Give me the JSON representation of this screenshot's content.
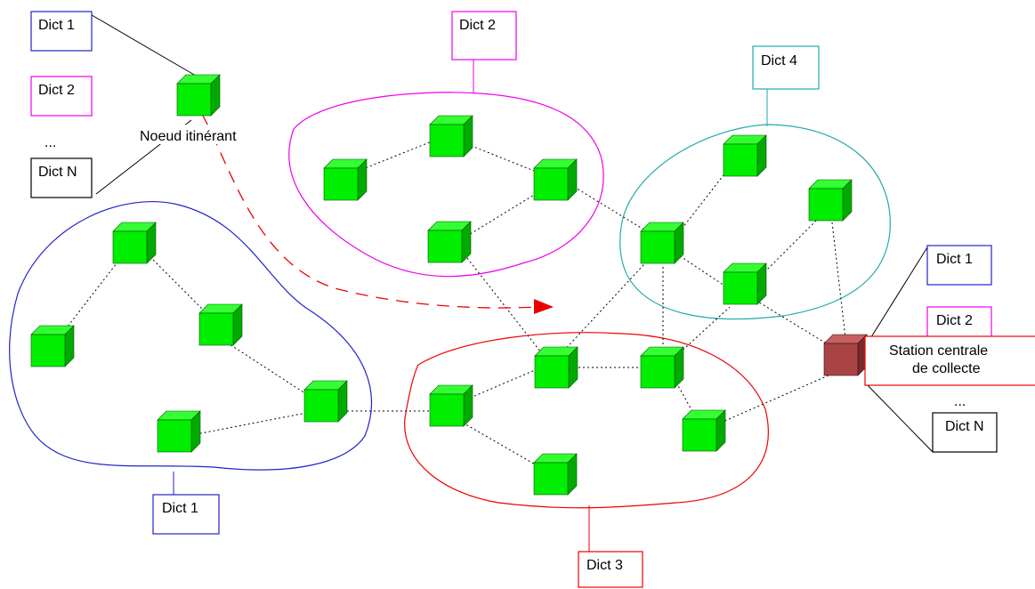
{
  "labels": {
    "mobile_node": "Noeud itinérant",
    "station_line1": "Station centrale",
    "station_line2": "de collecte",
    "legend_dict1": "Dict 1",
    "legend_dict2": "Dict 2",
    "legend_dots": "...",
    "legend_dictN": "Dict N",
    "cluster1": "Dict 1",
    "cluster2": "Dict 2",
    "cluster3": "Dict 3",
    "cluster4": "Dict 4"
  },
  "colors": {
    "node_front": "#00ee00",
    "node_top": "#33ff33",
    "node_side": "#00aa00",
    "station_front": "#a84444",
    "station_top": "#c86060",
    "station_side": "#7a2a2a",
    "cluster1": "#2222cc",
    "cluster2": "#ee00ee",
    "cluster3": "#ee0000",
    "cluster4": "#22aaaa",
    "arrow": "#ee0000"
  }
}
